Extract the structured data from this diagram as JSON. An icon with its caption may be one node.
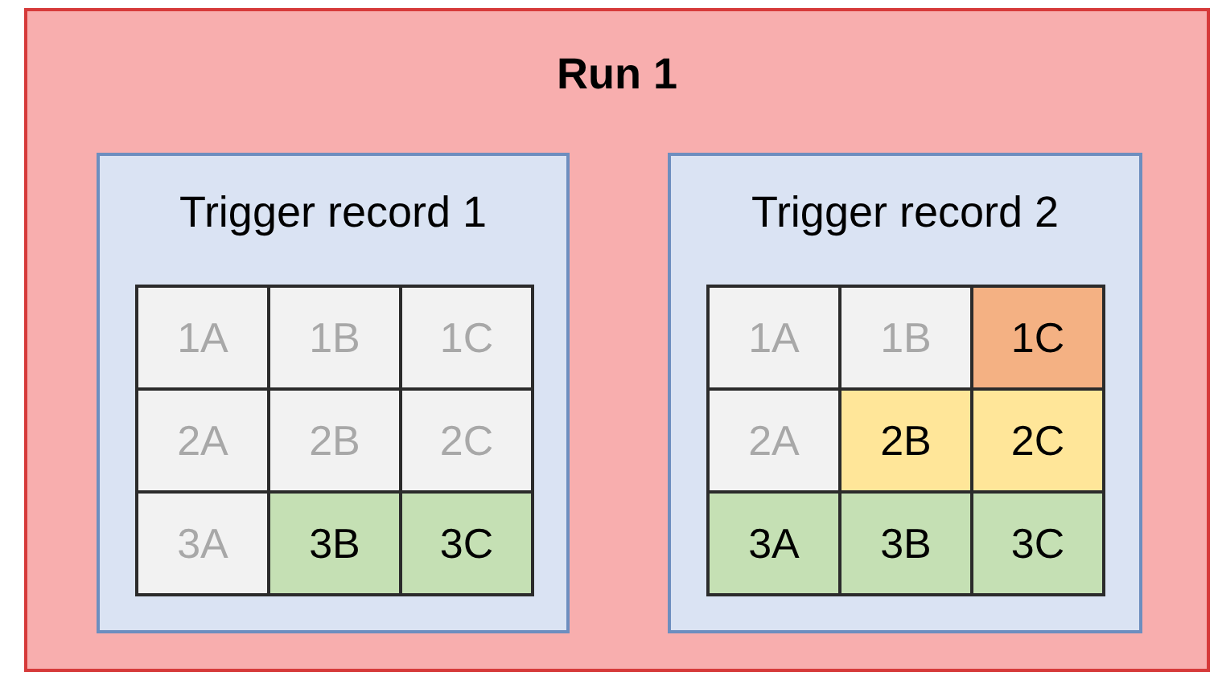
{
  "diagram": {
    "nodes": [
      {
        "text": [
          "Run 1"
        ]
      },
      {
        "text": [
          "Trigger record 1"
        ],
        "in": 0
      },
      {
        "text": [
          "1A"
        ],
        "in": 1
      },
      {
        "text": [
          "1B"
        ],
        "in": 1
      },
      {
        "text": [
          "1C"
        ],
        "in": 1
      },
      {
        "text": [
          "2A"
        ],
        "in": 1
      },
      {
        "text": [
          "2B"
        ],
        "in": 1
      },
      {
        "text": [
          "2C"
        ],
        "in": 1
      },
      {
        "text": [
          "3A"
        ],
        "in": 1
      },
      {
        "text": [
          "3B"
        ],
        "in": 1
      },
      {
        "text": [
          "3C"
        ],
        "in": 1
      },
      {
        "text": [
          "Trigger record 2"
        ],
        "in": 0
      },
      {
        "text": [
          "1A"
        ],
        "in": 11
      },
      {
        "text": [
          "1B"
        ],
        "in": 11
      },
      {
        "text": [
          "1C"
        ],
        "in": 11
      },
      {
        "text": [
          "2A"
        ],
        "in": 11
      },
      {
        "text": [
          "2B"
        ],
        "in": 11
      },
      {
        "text": [
          "2C"
        ],
        "in": 11
      },
      {
        "text": [
          "3A"
        ],
        "in": 11
      },
      {
        "text": [
          "3B"
        ],
        "in": 11
      },
      {
        "text": [
          "3C"
        ],
        "in": 11
      }
    ]
  }
}
